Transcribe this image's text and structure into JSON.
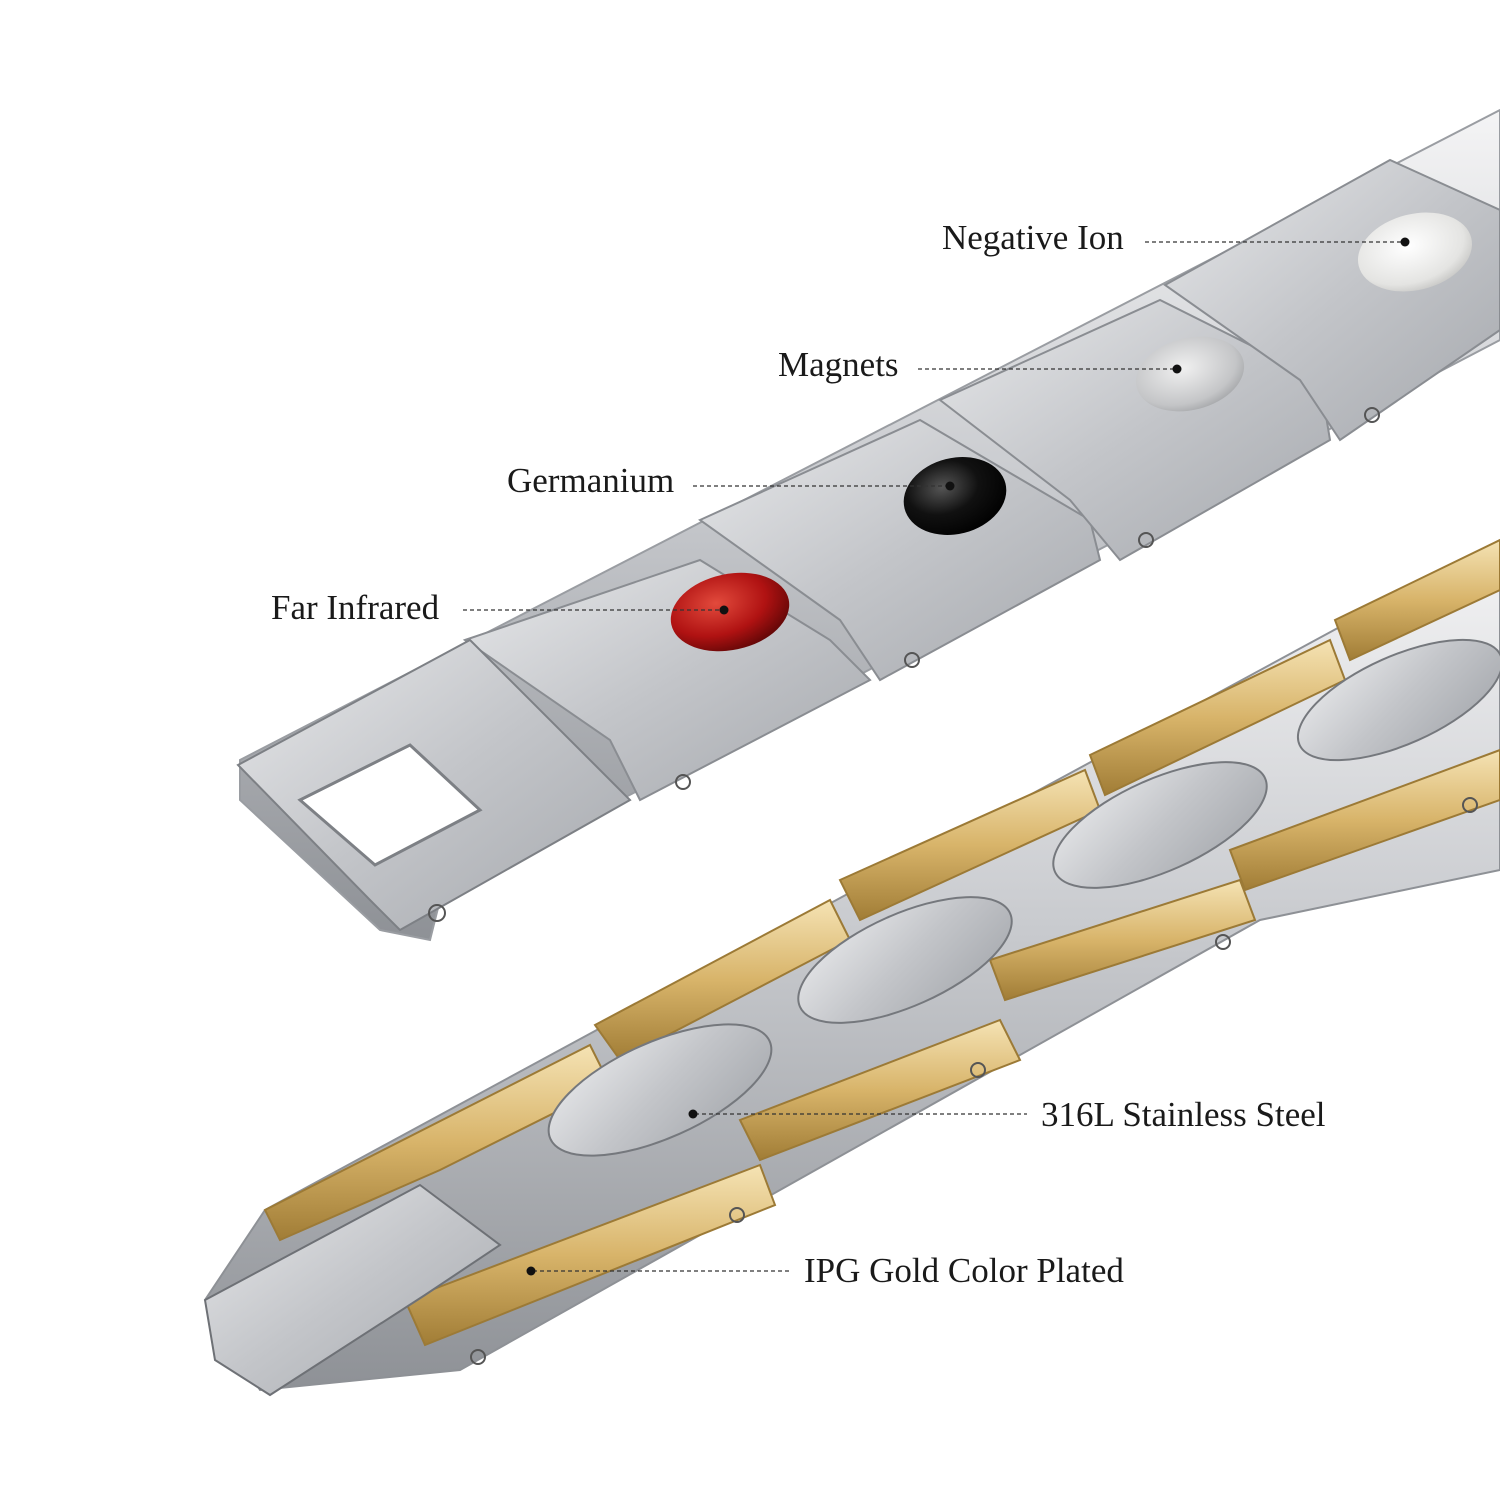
{
  "callouts": {
    "negative_ion": "Negative Ion",
    "magnets": "Magnets",
    "germanium": "Germanium",
    "far_infrared": "Far Infrared",
    "stainless_steel": "316L Stainless Steel",
    "gold_plated": "IPG Gold Color Plated"
  },
  "colors": {
    "background": "#ffffff",
    "steel": "#c9cbcf",
    "steel_dark": "#8e9196",
    "gold": "#d8b46a",
    "far_infrared_stone": "#b01212",
    "germanium_stone": "#0b0b0b",
    "negative_ion_stone": "#e4e4e2",
    "magnet_stone": "#c4c5c7",
    "leader_line": "#333333"
  }
}
